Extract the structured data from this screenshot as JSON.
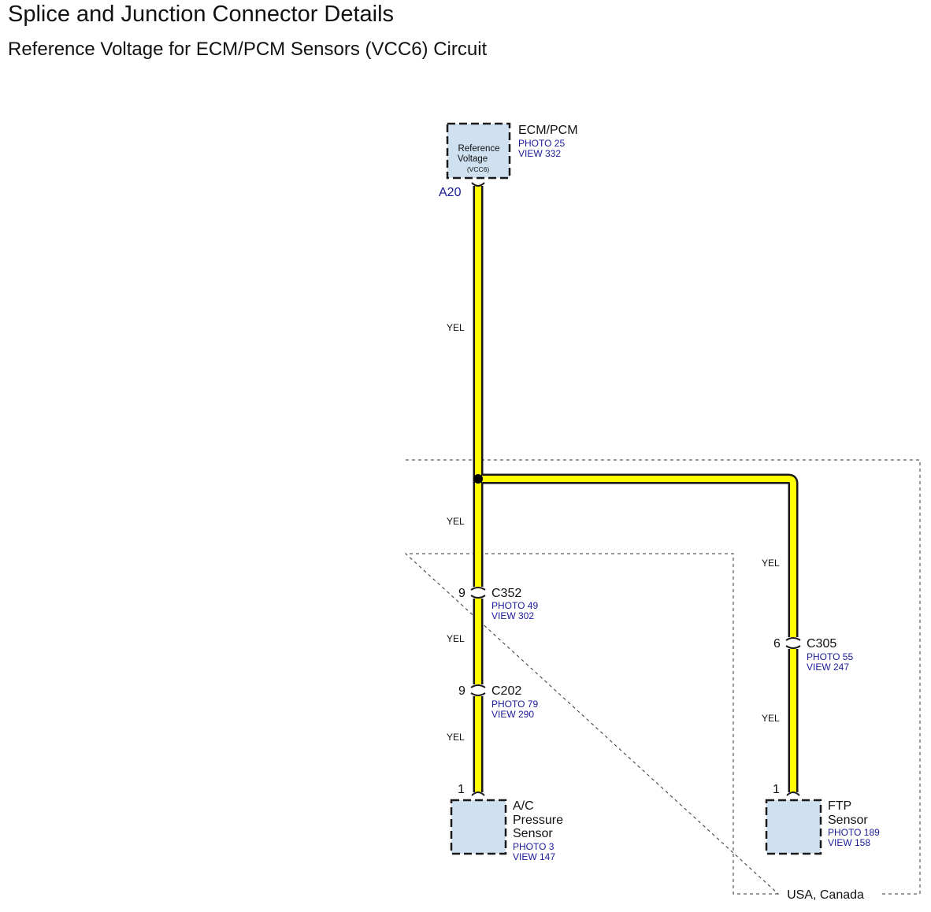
{
  "header": {
    "title": "Splice and Junction Connector Details",
    "subtitle": "Reference Voltage for ECM/PCM Sensors (VCC6) Circuit"
  },
  "colors": {
    "wire_fill": "#ffff00",
    "wire_outline": "#1a1a1a",
    "component_fill": "#cfe0f1",
    "reference_text": "#1a1a99"
  },
  "components": {
    "ecm": {
      "name": "ECM/PCM",
      "inner_line1": "Reference",
      "inner_line2": "Voltage",
      "inner_line3": "(VCC6)",
      "photo": "PHOTO 25",
      "view": "VIEW 332",
      "pin": "A20"
    },
    "ac_sensor": {
      "name_line1": "A/C",
      "name_line2": "Pressure",
      "name_line3": "Sensor",
      "photo": "PHOTO 3",
      "view": "VIEW 147",
      "pin": "1"
    },
    "ftp_sensor": {
      "name_line1": "FTP",
      "name_line2": "Sensor",
      "photo": "PHOTO 189",
      "view": "VIEW 158",
      "pin": "1"
    }
  },
  "connectors": {
    "c352": {
      "name": "C352",
      "pin": "9",
      "photo": "PHOTO 49",
      "view": "VIEW 302"
    },
    "c202": {
      "name": "C202",
      "pin": "9",
      "photo": "PHOTO 79",
      "view": "VIEW 290"
    },
    "c305": {
      "name": "C305",
      "pin": "6",
      "photo": "PHOTO 55",
      "view": "VIEW 247"
    }
  },
  "wire_labels": {
    "main": "YEL",
    "below_splice": "YEL",
    "c352_c202": "YEL",
    "c202_ac": "YEL",
    "right_upper": "YEL",
    "right_lower": "YEL"
  },
  "region": {
    "label": "USA, Canada"
  }
}
